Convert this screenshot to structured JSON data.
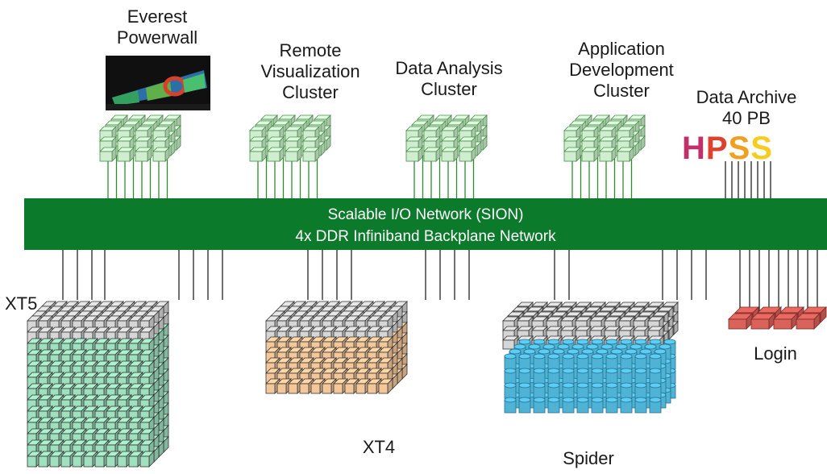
{
  "labels": {
    "everest": "Everest\nPowerwall",
    "remote_vis": "Remote\nVisualization\nCluster",
    "data_analysis": "Data Analysis\nCluster",
    "app_dev": "Application\nDevelopment\nCluster",
    "data_archive": "Data Archive\n40 PB",
    "xt5": "XT5",
    "xt4": "XT4",
    "spider": "Spider",
    "login": "Login"
  },
  "network": {
    "line1": "Scalable I/O Network (SION)",
    "line2": "4x DDR Infiniband Backplane Network"
  },
  "hpss": {
    "letters": [
      "H",
      "P",
      "S",
      "S"
    ],
    "colors": [
      "#c0306a",
      "#e0402e",
      "#f0a020",
      "#f6cc20"
    ]
  },
  "colors": {
    "network_band": "#0b7a2b",
    "cluster_node": "#cfeed0",
    "cluster_stroke": "#4a8a4a",
    "xt5": "#9fe0bf",
    "xt4": "#f4c79a",
    "spider": "#4fb3d6",
    "login": "#d9625a",
    "gray_node": "#d6d6d6"
  }
}
